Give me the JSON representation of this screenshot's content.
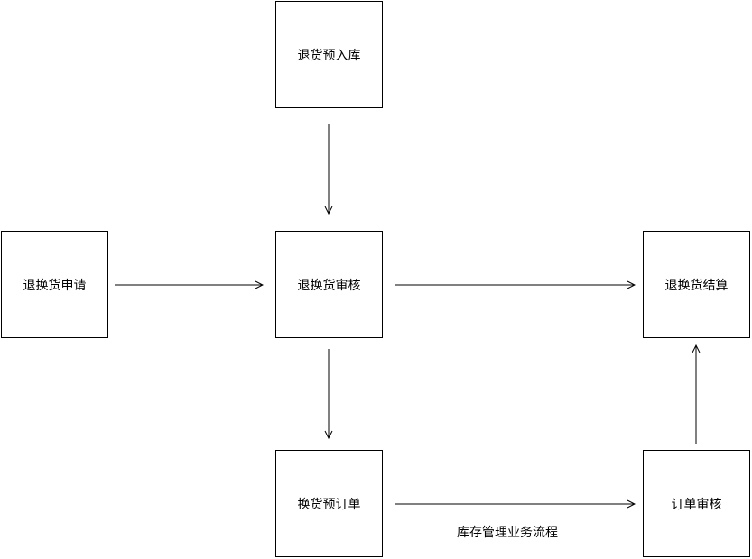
{
  "diagram": {
    "nodes": {
      "return_preinbound": "退货预入库",
      "return_exchange_apply": "退换货申请",
      "return_exchange_review": "退换货审核",
      "return_exchange_settle": "退换货结算",
      "exchange_preorder": "换货预订单",
      "order_review": "订单审核"
    },
    "edges": [
      {
        "from": "退货预入库",
        "to": "退换货审核"
      },
      {
        "from": "退换货申请",
        "to": "退换货审核"
      },
      {
        "from": "退换货审核",
        "to": "退换货结算"
      },
      {
        "from": "退换货审核",
        "to": "换货预订单"
      },
      {
        "from": "换货预订单",
        "to": "订单审核"
      },
      {
        "from": "订单审核",
        "to": "退换货结算"
      }
    ],
    "caption": "库存管理业务流程"
  }
}
